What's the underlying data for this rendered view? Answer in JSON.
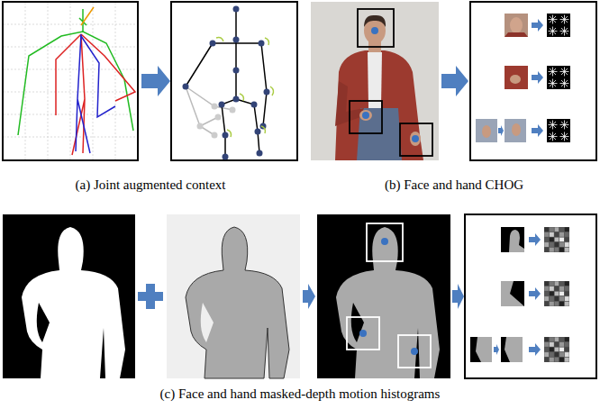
{
  "diagram": {
    "labels": [
      "(a) Joint augmented context",
      "(b) Face and hand CHOG",
      "(c) Face and hand masked-depth motion histograms"
    ]
  }
}
